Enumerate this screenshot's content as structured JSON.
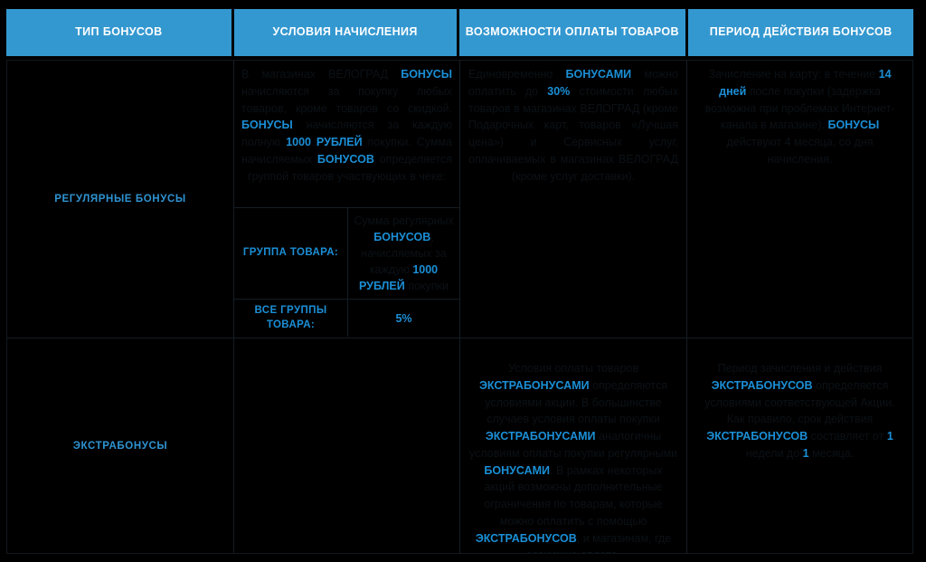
{
  "table": {
    "headers": [
      "ТИП БОНУСОВ",
      "УСЛОВИЯ НАЧИСЛЕНИЯ",
      "ВОЗМОЖНОСТИ ОПЛАТЫ ТОВАРОВ",
      "ПЕРИОД ДЕЙСТВИЯ БОНУСОВ"
    ],
    "header_bg": "#3498d0",
    "header_text_color": "#ffffff",
    "accent_color": "#1b8fd6",
    "row_label_color": "#2e93d1",
    "body_text_color": "#0b1116",
    "background": "#000000",
    "border_color": "#151d24",
    "rows": [
      {
        "label": "РЕГУЛЯРНЫЕ БОНУСЫ",
        "conditions": {
          "intro": {
            "s1": "В магазинах ВЕЛОГРАД ",
            "hl1": "БОНУСЫ",
            "s2": " начисляются за покупку любых товаров, кроме товаров со скидкой. ",
            "hl2": "БОНУСЫ",
            "s3": " начисляются за каждую полную ",
            "hl3": "1000 РУБЛЕЙ",
            "s4": " покупки. Сумма начисляемых ",
            "hl4": "БОНУСОВ",
            "s5": " определяется группой товаров участвующих в чеке:"
          },
          "subtable": {
            "head_left": "ГРУППА ТОВАРА:",
            "head_right": {
              "s1": "Сумма регулярных ",
              "hl1": "БОНУСОВ",
              "s2": ", начисляемых за каждую ",
              "hl2": "1000 РУБЛЕЙ",
              "s3": " покупки"
            },
            "row_left": "ВСЕ ГРУППЫ ТОВАРА:",
            "row_right": "5%"
          }
        },
        "payment": {
          "s1": "Единовременно ",
          "hl1": "БОНУСАМИ",
          "s2": " можно оплатить до ",
          "hl2": "30%",
          "s3": " стоимости любых товаров в магазинах ВЕЛОГРАД (кроме Подарочных карт, товаров «Лучшая цена») и Сервисных услуг, оплачиваемых в магазинах ВЕЛОГРАД (кроме услуг доставки)."
        },
        "period": {
          "s1": "Зачисление на карту: в течение ",
          "hl1": "14 дней",
          "s2": " после покупки (задержка возможна при проблемах Интернет-канала в магазине). ",
          "hl2": "БОНУСЫ",
          "s3": " действуют 4 месяца, со дня начисления."
        }
      },
      {
        "label": "ЭКСТРАБОНУСЫ",
        "conditions": null,
        "payment": {
          "s1": "Условия оплаты товаров ",
          "hl1": "ЭКСТРАБОНУСАМИ",
          "s2": " определяются условиями акции. В большинстве случаев условия оплаты покупки ",
          "hl2": "ЭКСТРАБОНУСАМИ",
          "s3": " аналогичны условиям оплаты покупки регулярными ",
          "hl3": "БОНУСАМИ",
          "s4": ". В рамках некоторых акций возможны дополнительные ограничения по товарам, которые можно оплатить с помощью ",
          "hl4": "ЭКСТРАБОНУСОВ",
          "s5": ", и магазинам, где возможна оплата."
        },
        "period": {
          "s1": "Период зачисления и действия ",
          "hl1": "ЭКСТРАБОНУСОВ",
          "s2": " определяется условиями соответствующей Акции. Как правило, срок действия ",
          "hl2": "ЭКСТРАБОНУСОВ",
          "s3": " составляет от ",
          "hl3": "1",
          "s4": " недели до ",
          "hl4": "1",
          "s5": " месяца."
        }
      }
    ]
  }
}
